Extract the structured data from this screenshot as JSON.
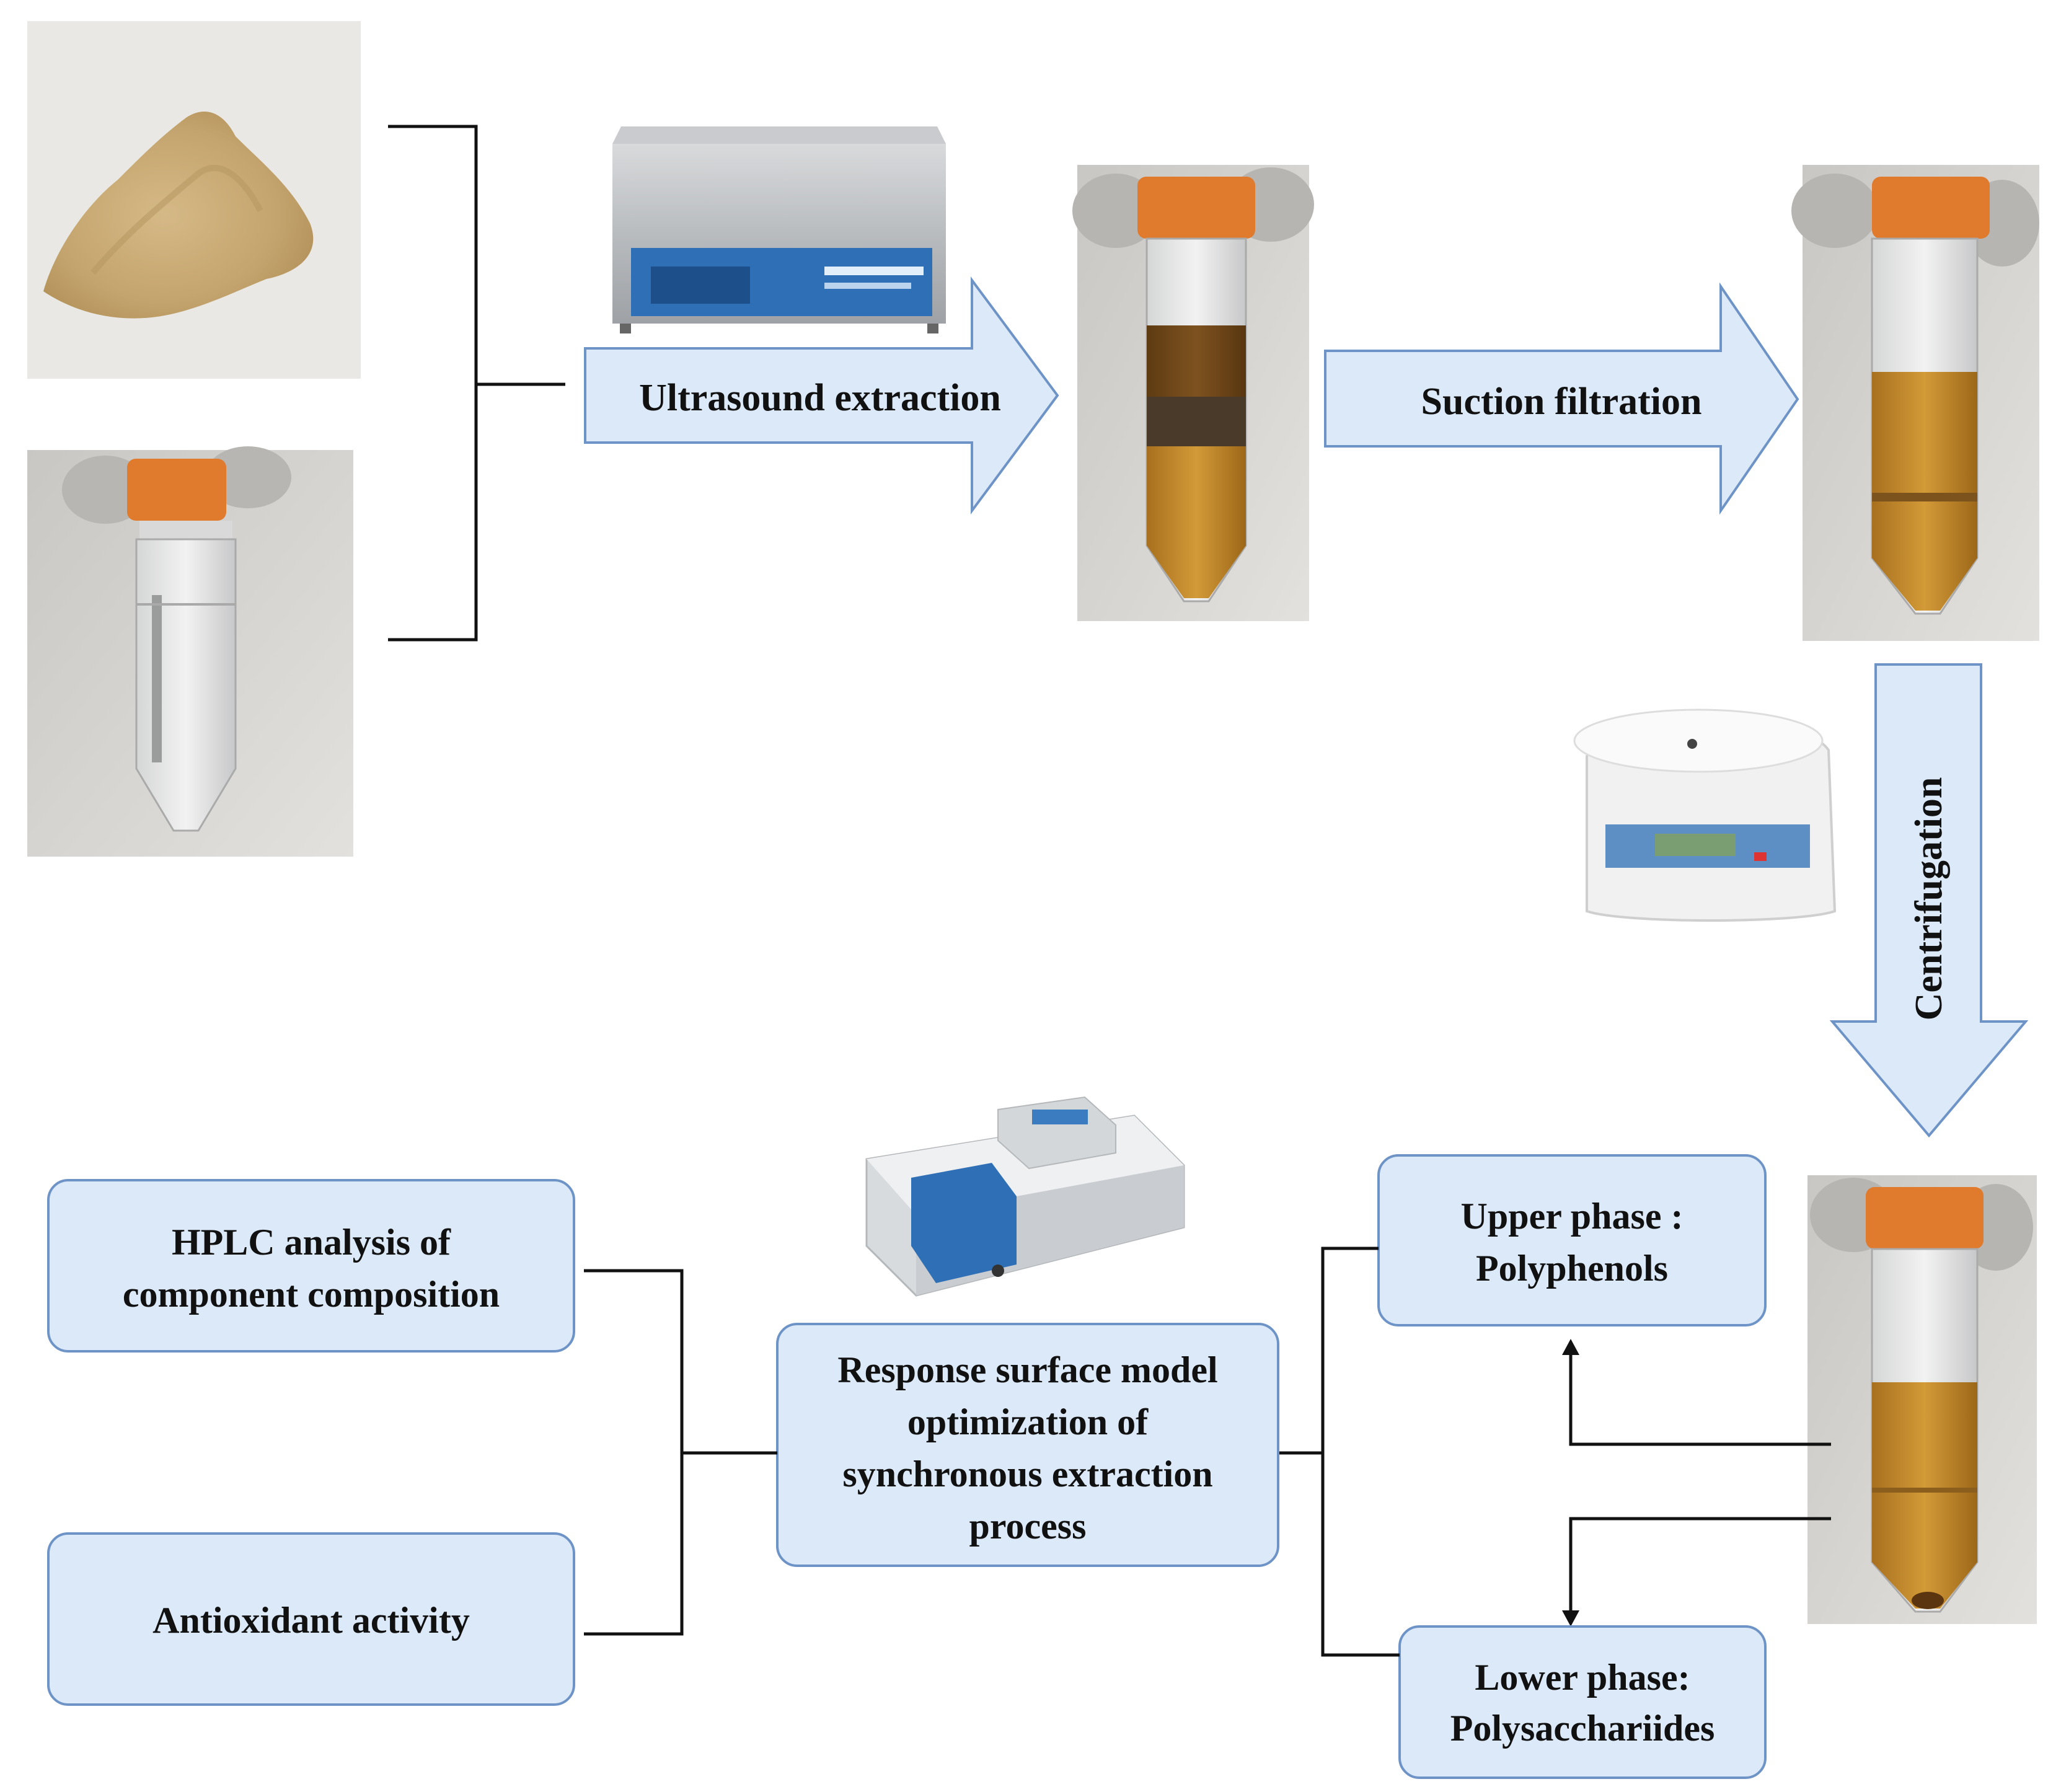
{
  "steps": {
    "ultrasound": "Ultrasound extraction",
    "suction": "Suction filtration",
    "centrifugation": "Centrifugation"
  },
  "boxes": {
    "hplc": [
      "HPLC analysis of",
      "component composition"
    ],
    "antioxidant": [
      "Antioxidant activity"
    ],
    "response_surface": [
      "Response surface model",
      "optimization of",
      "synchronous extraction",
      "process"
    ],
    "upper_phase": [
      "Upper phase :",
      "Polyphenols"
    ],
    "lower_phase": [
      "Lower phase:",
      "Polysacchariides"
    ]
  },
  "colors": {
    "box_fill": "#dce9f8",
    "box_stroke": "#6d93c7",
    "connector": "#111111",
    "liquid_amber": "#c98a2a",
    "tube_cap": "#e8782a",
    "powder": "#c8a874"
  },
  "icons": {
    "powder": "powder-sample-photo",
    "solvent_tube": "solvent-tube-photo",
    "ultrasonic_bath": "ultrasonic-bath-photo",
    "tube_after_extraction": "tube-after-extraction-photo",
    "tube_after_filtration": "tube-after-filtration-photo",
    "centrifuge": "centrifuge-photo",
    "tube_two_phase": "two-phase-tube-photo",
    "spectrophotometer": "spectrophotometer-photo"
  }
}
